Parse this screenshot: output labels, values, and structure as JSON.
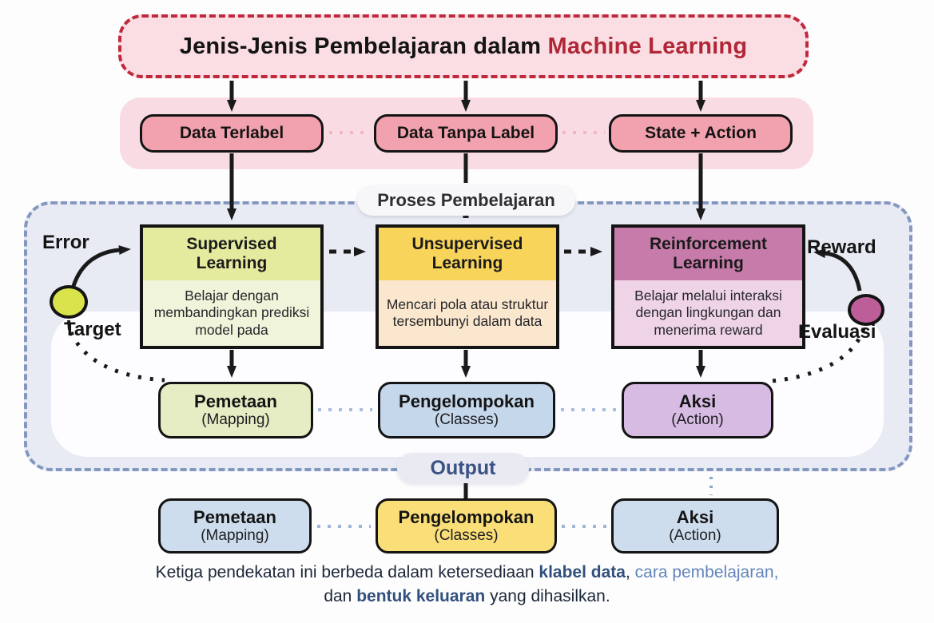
{
  "title": {
    "prefix": "Jenis-Jenis Pembelajaran dalam ",
    "highlight": "Machine Learning"
  },
  "inputs": {
    "items": [
      {
        "label": "Data Terlabel"
      },
      {
        "label": "Data Tanpa Label"
      },
      {
        "label": "State + Action"
      }
    ]
  },
  "process": {
    "label": "Proses Pembelajaran",
    "methods": [
      {
        "name": "Supervised Learning",
        "desc": "Belajar dengan membandingkan prediksi model pada"
      },
      {
        "name": "Unsupervised Learning",
        "desc": "Mencari pola atau struktur tersembunyi dalam data"
      },
      {
        "name": "Reinforcement Learning",
        "desc": "Belajar melalui interaksi dengan lingkungan dan menerima reward"
      }
    ],
    "annotations": {
      "error": "Error",
      "target": "Target",
      "reward": "Reward",
      "evaluasi": "Evaluasi"
    },
    "outputs": [
      {
        "name": "Pemetaan",
        "sub": "(Mapping)"
      },
      {
        "name": "Pengelompokan",
        "sub": "(Classes)"
      },
      {
        "name": "Aksi",
        "sub": "(Action)"
      }
    ],
    "output_label": "Output"
  },
  "bottom_outputs": [
    {
      "name": "Pemetaan",
      "sub": "(Mapping)"
    },
    {
      "name": "Pengelompokan",
      "sub": "(Classes)"
    },
    {
      "name": "Aksi",
      "sub": "(Action)"
    }
  ],
  "caption": {
    "part1": "Ketiga pendekatan ini berbeda dalam ketersediaan ",
    "bold1": "klabel data",
    "sep": ", ",
    "light": "cara pembelajaran,",
    "part2": "dan ",
    "bold2": "bentuk keluaran",
    "part3": " yang dihasilkan."
  },
  "colors": {
    "title_fill": "#FBDEE4",
    "title_border": "#C0293C",
    "title_red": "#B02837",
    "input_band": "#F9DCE3",
    "input_box": "#F2A2AE",
    "supervised_header": "#E5EB9E",
    "supervised_body": "#F0F4DA",
    "unsupervised_header": "#F8D45A",
    "unsupervised_body": "#FAE7CE",
    "reinforcement_header": "#C77BAB",
    "reinforcement_body": "#EFD4E8",
    "container_fill": "#E9EBF4",
    "container_border": "#8497C1",
    "mapping_box": "#E6ECC3",
    "classes_box": "#C5D7EB",
    "action_box": "#D7BBE3",
    "bottom_blue_box": "#CEDDED",
    "bottom_yellow_box": "#FADF78",
    "target_circle": "#D9E44C",
    "evaluasi_circle": "#BE5E99",
    "output_label_text": "#3A5384",
    "caption_accent": "#31507E",
    "caption_light": "#6285BB"
  }
}
